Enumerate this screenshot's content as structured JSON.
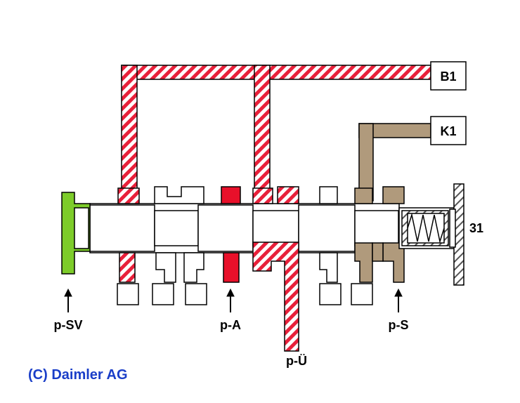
{
  "colors": {
    "hatch_red": "#e8203a",
    "pressure_red": "#e8102a",
    "green": "#7dcc2a",
    "tan": "#b09a7c",
    "copyright_blue": "#1a3ec8",
    "housing_gray": "#cccccc",
    "outline": "#000000"
  },
  "boxes": {
    "b1": "B1",
    "k1": "K1"
  },
  "labels": {
    "p_sv": "p-SV",
    "p_a": "p-A",
    "p_u": "p-Ü",
    "p_s": "p-S",
    "part_31": "31"
  },
  "copyright": "(C) Daimler AG",
  "icons": {
    "arrow": "up-arrow-icon",
    "spring": "spring-icon"
  }
}
